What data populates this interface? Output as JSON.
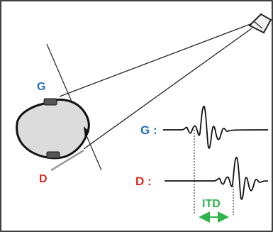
{
  "labels": {
    "left_ear": "G",
    "right_ear": "D",
    "left_signal": "G :",
    "right_signal": "D :",
    "itd": "ITD"
  },
  "colors": {
    "left": "#1f6fb5",
    "right": "#d42a1e",
    "itd": "#2fb34a",
    "frame": "#000000",
    "head_fill": "#dcdcdc"
  }
}
